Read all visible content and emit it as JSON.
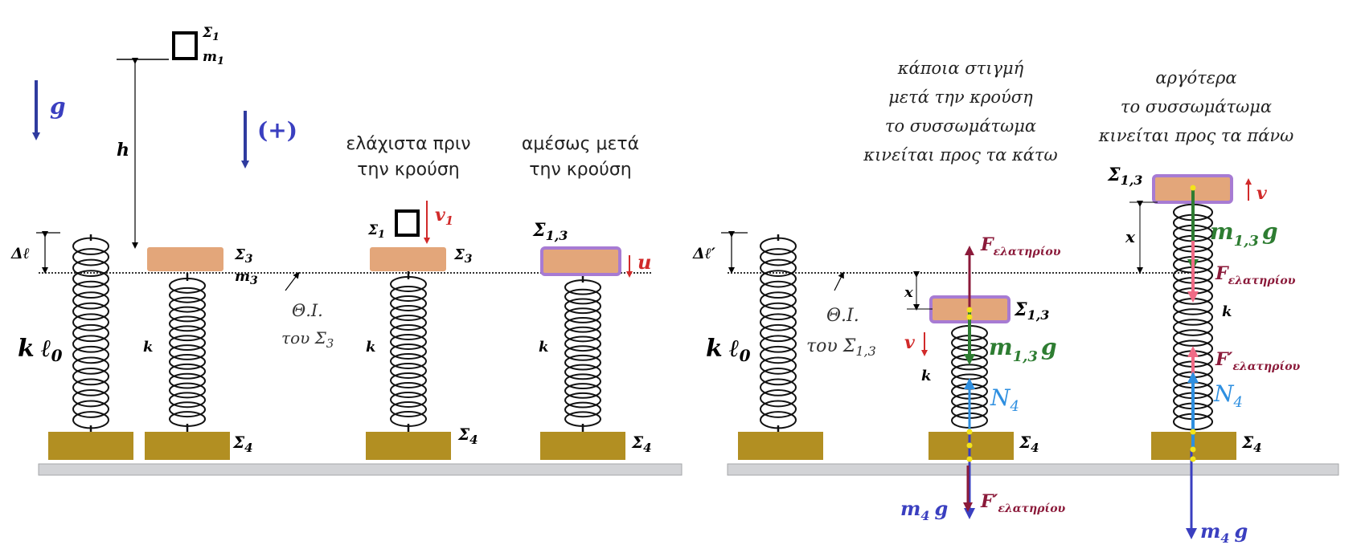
{
  "colors": {
    "block_top": "#e3a67a",
    "block_bottom": "#b28f22",
    "block_border": "#a77bd3",
    "ground": "#d2d3d6",
    "gravity_arrow": "#2f3b9f",
    "velocity": "#d12a2a",
    "weight_green": "#2e7d32",
    "spring_force": "#8b1a3a",
    "spring_force_light": "#f06b86",
    "normal_force": "#2e8fe0",
    "m4g": "#3a3fc0",
    "point": "#f3e31a"
  },
  "labels": {
    "sigma1": "Σ",
    "sigma1_sub": "1",
    "m1": "m",
    "m1_sub": "1",
    "g": "g",
    "plus": "(+)",
    "h": "h",
    "dl": "Δℓ",
    "dl_prime": "Δℓ′",
    "k": "k",
    "l0": "ℓ",
    "l0_sub": "0",
    "sigma3": "Σ",
    "sigma3_sub": "3",
    "m3": "m",
    "m3_sub": "3",
    "sigma4": "Σ",
    "sigma4_sub": "4",
    "sigma13": "Σ",
    "sigma13_sub": "1,3",
    "v1": "v",
    "v1_sub": "1",
    "u": "u",
    "v": "v",
    "x": "x",
    "theta_i": "Θ.Ι.",
    "tou_s3": "του Σ",
    "tou_s3_sub": "3",
    "tou_s13": "του Σ",
    "tou_s13_sub": "1,3",
    "F_el": "F",
    "F_el_sub": "ελατηρίου",
    "F_el_prime": "F′",
    "m13g": "m",
    "m13g_sub": "1,3",
    "m13g_g": "g",
    "N4": "N",
    "N4_sub": "4",
    "m4g": "m",
    "m4g_sub": "4",
    "m4g_g": "g"
  },
  "captions": {
    "before_l1": "ελάχιστα πριν",
    "before_l2": "την κρούση",
    "after_l1": "αμέσως μετά",
    "after_l2": "την κρούση",
    "down_l1": "κάποια στιγμή",
    "down_l2": "μετά την κρούση",
    "down_l3": "το συσσωμάτωμα",
    "down_l4": "κινείται προς τα κάτω",
    "up_l1": "αργότερα",
    "up_l2": "το συσσωμάτωμα",
    "up_l3": "κινείται προς τα πάνω"
  }
}
